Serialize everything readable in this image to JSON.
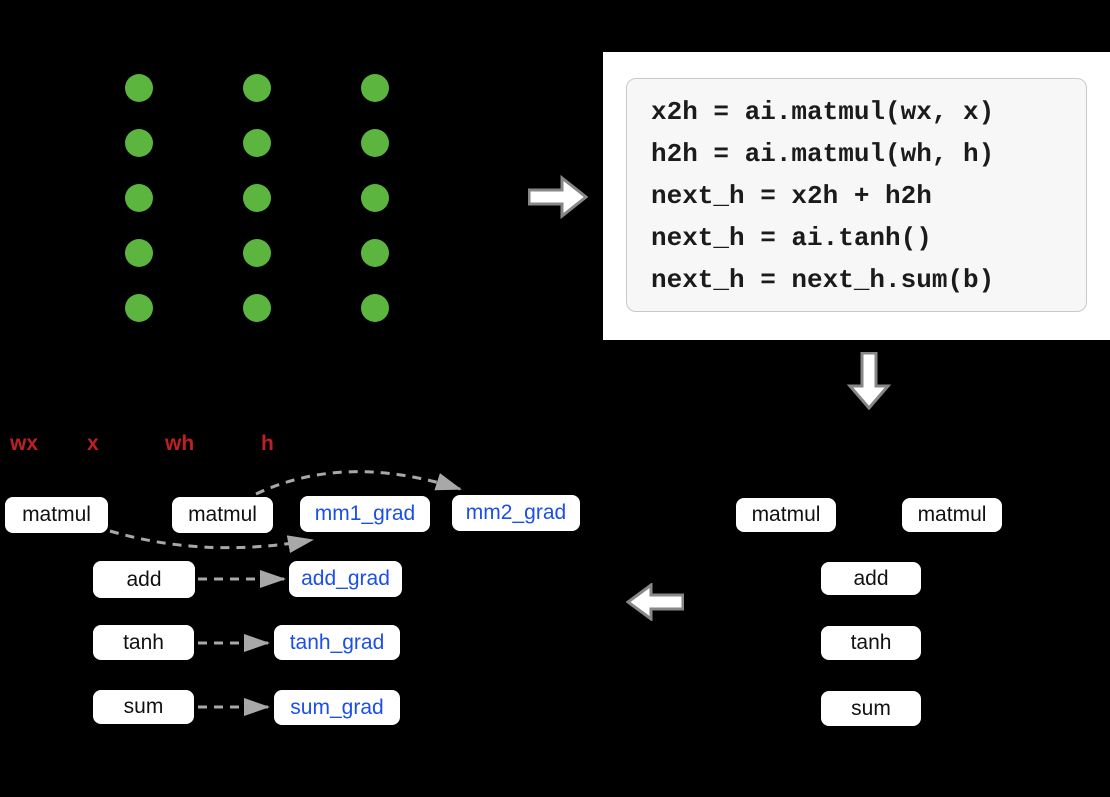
{
  "colors": {
    "background": "#000000",
    "dot_green": "#5cb53e",
    "label_red": "#bb2025",
    "grad_blue": "#1b4fe8",
    "arrow_gray": "#a8a8a8"
  },
  "network": {
    "columns": 3,
    "rows": 5
  },
  "code_panel": {
    "lines": [
      "x2h = ai.matmul(wx, x)",
      "h2h = ai.matmul(wh, h)",
      "next_h = x2h + h2h",
      "next_h = ai.tanh()",
      "next_h = next_h.sum(b)"
    ]
  },
  "backward_graph": {
    "inputs": {
      "wx": "wx",
      "x": "x",
      "wh": "wh",
      "h": "h"
    },
    "ops": {
      "matmul1": "matmul",
      "matmul2": "matmul",
      "add": "add",
      "tanh": "tanh",
      "sum": "sum"
    },
    "grads": {
      "mm1": "mm1_grad",
      "mm2": "mm2_grad",
      "add": "add_grad",
      "tanh": "tanh_grad",
      "sum": "sum_grad"
    }
  },
  "forward_graph": {
    "ops": {
      "matmul1": "matmul",
      "matmul2": "matmul",
      "add": "add",
      "tanh": "tanh",
      "sum": "sum"
    }
  }
}
